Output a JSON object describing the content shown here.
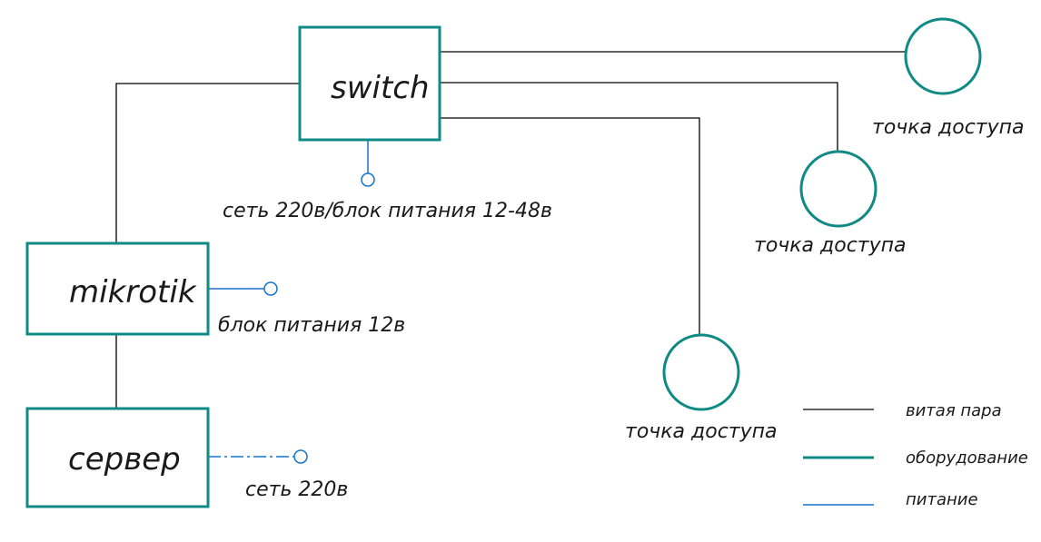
{
  "colors": {
    "equipment": "#0f8a84",
    "power": "#1673c9",
    "twisted_pair": "#000000",
    "background": "#ffffff"
  },
  "devices": {
    "switch": "switch",
    "mikrotik": "mikrotik",
    "server": "сервер"
  },
  "access_points": [
    "точка доступа",
    "точка доступа",
    "точка доступа"
  ],
  "power_labels": {
    "switch": "сеть 220в/блок питания 12-48в",
    "mikrotik": "блок питания 12в",
    "server": "сеть 220в"
  },
  "legend": {
    "twisted_pair": "витая пара",
    "equipment": "оборудование",
    "power": "питание"
  }
}
